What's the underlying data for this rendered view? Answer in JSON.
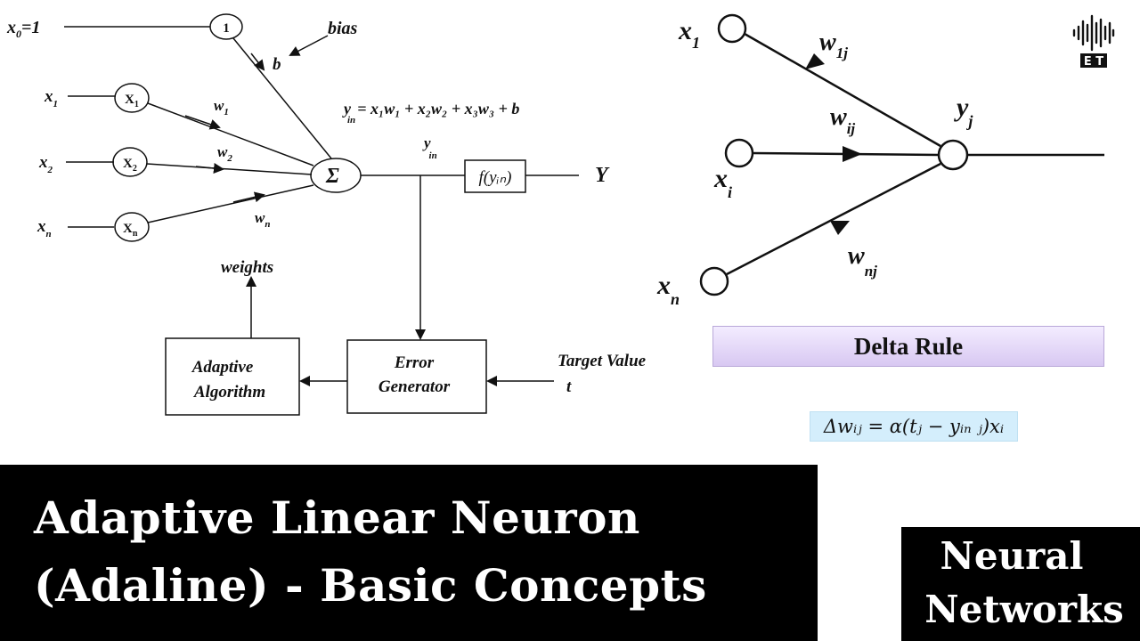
{
  "title": {
    "line1": "Adaptive Linear Neuron",
    "line2": "(Adaline) - Basic Concepts"
  },
  "series_badge": {
    "line1": "Neural",
    "line2": "Networks"
  },
  "logo": {
    "icon": "waveform-icon",
    "text": "E T"
  },
  "adaline_diagram": {
    "bias_input_label": "x",
    "bias_input_sub": "0",
    "bias_input_value": "=1",
    "bias_node": "1",
    "bias_label": "bias",
    "bias_weight": "b",
    "inputs": [
      {
        "label": "x",
        "sub": "1",
        "node": "X",
        "node_sub": "1",
        "weight": "w",
        "weight_sub": "1"
      },
      {
        "label": "x",
        "sub": "2",
        "node": "X",
        "node_sub": "2",
        "weight": "w",
        "weight_sub": "2"
      },
      {
        "label": "x",
        "sub": "n",
        "node": "X",
        "node_sub": "n",
        "weight": "w",
        "weight_sub": "n"
      }
    ],
    "summation": "Σ",
    "net_input_eq_lhs": "y",
    "net_input_eq_lhs_sub": "in",
    "net_input_eq_rhs": "= x₁w₁ + x₂w₂ + x₃w₃ + b",
    "net_input_label": "y",
    "net_input_sub": "in",
    "activation": "f(yᵢₙ)",
    "output": "Y",
    "weights_label": "weights",
    "adaptive_block": [
      "Adaptive",
      "Algorithm"
    ],
    "error_block": [
      "Error",
      "Generator"
    ],
    "target_label": "Target Value",
    "target_symbol": "t"
  },
  "delta_diagram": {
    "inputs": [
      {
        "label": "x",
        "sub": "1",
        "weight": "w",
        "weight_sub": "1j"
      },
      {
        "label": "x",
        "sub": "i",
        "weight": "w",
        "weight_sub": "ij"
      },
      {
        "label": "x",
        "sub": "n",
        "weight": "w",
        "weight_sub": "nj"
      }
    ],
    "output": "y",
    "output_sub": "j",
    "rule_label": "Delta Rule",
    "formula": "Δwᵢⱼ = α(tⱼ − yᵢₙ ⱼ)xᵢ"
  }
}
